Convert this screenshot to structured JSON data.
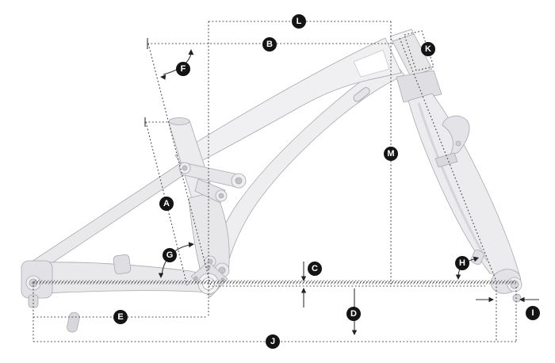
{
  "diagram": {
    "type": "bicycle-frame-geometry-diagram",
    "background_color": "#ffffff",
    "dimension_line_color": "#4a4a4a",
    "marker_background": "#141414",
    "marker_letter_color": "#ffffff",
    "frame_fill_color": "#ececef",
    "frame_outline_color": "#a9a9af",
    "markers": [
      {
        "letter": "A"
      },
      {
        "letter": "B"
      },
      {
        "letter": "C"
      },
      {
        "letter": "D"
      },
      {
        "letter": "E"
      },
      {
        "letter": "F"
      },
      {
        "letter": "G"
      },
      {
        "letter": "H"
      },
      {
        "letter": "I"
      },
      {
        "letter": "J"
      },
      {
        "letter": "K"
      },
      {
        "letter": "L"
      },
      {
        "letter": "M"
      }
    ]
  }
}
